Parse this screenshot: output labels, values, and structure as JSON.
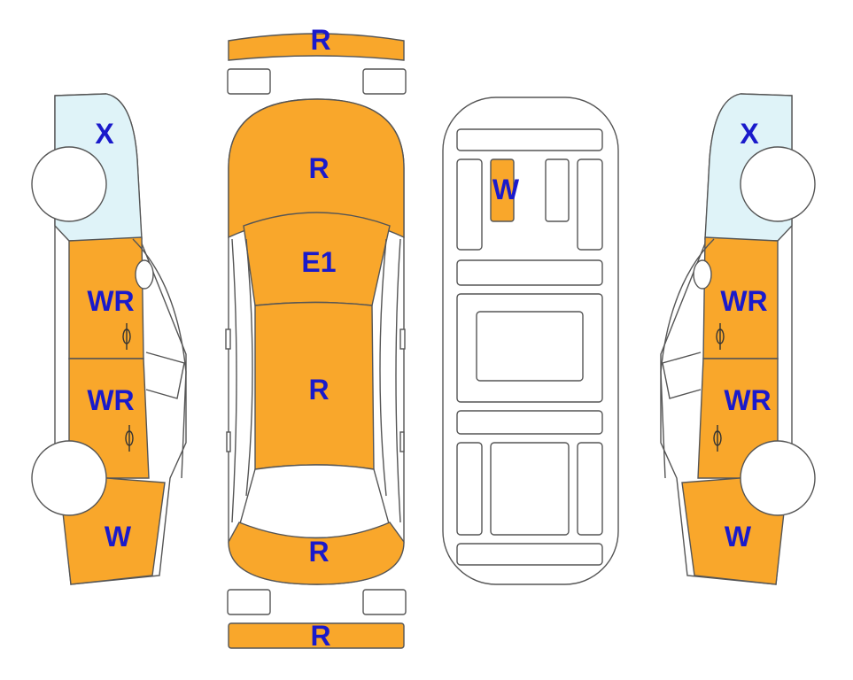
{
  "colors": {
    "damaged": "#f9a72b",
    "glass": "#dff3f8",
    "outline": "#555555",
    "label": "#1a1acb",
    "background": "#ffffff"
  },
  "legend_codes": {
    "R": "R",
    "E1": "E1",
    "W": "W",
    "WR": "WR",
    "X": "X"
  },
  "left_side": {
    "windshield_code": "X",
    "front_door_code": "WR",
    "rear_door_code": "WR",
    "rear_quarter_code": "W"
  },
  "top_view": {
    "front_bumper_code": "R",
    "hood_code": "R",
    "windshield_code": "E1",
    "roof_code": "R",
    "trunk_code": "R",
    "rear_bumper_code": "R"
  },
  "floor_view": {
    "panel_code": "W"
  },
  "right_side": {
    "windshield_code": "X",
    "front_door_code": "WR",
    "rear_door_code": "WR",
    "rear_quarter_code": "W"
  }
}
